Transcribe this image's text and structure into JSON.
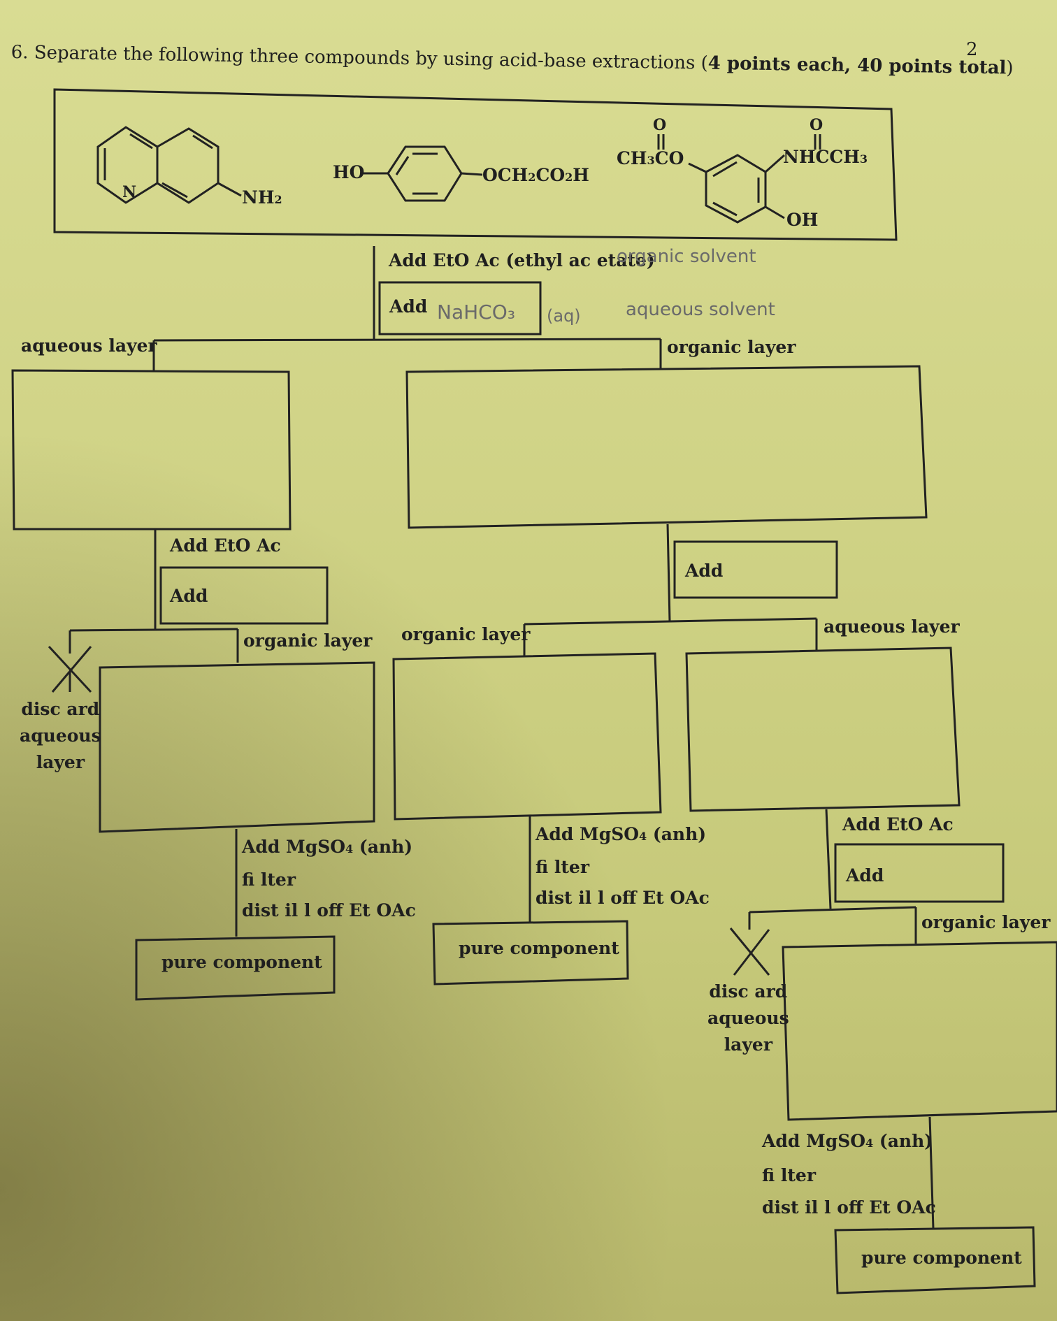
{
  "header": {
    "question": "6. Separate the following three compounds by using acid-base extractions (",
    "points": "4 points each, 40 points total",
    "close": ")",
    "page_number": "2"
  },
  "compounds": {
    "c1_nh2": "NH",
    "c1_n": "N",
    "c2_ho": "HO",
    "c2_sub": "OCH",
    "c2_co2h": "CO",
    "c2_h": "H",
    "c3_ch3co": "CH",
    "c3_co": "CO",
    "c3_o": "O",
    "c3_nh": "NHCCH",
    "c3_oh": "OH",
    "sub2": "2",
    "sub3": "3"
  },
  "steps": {
    "add_etoac_full": "Add EtO Ac (ethyl ac etate)",
    "add": "Add",
    "add_etoac": "Add EtO Ac",
    "aqueous_layer": "aqueous layer",
    "organic_layer": "organic layer",
    "discard": "disc ard",
    "aqueous": "aqueous",
    "layer": "layer",
    "mgso4": "Add MgSO",
    "sub4": "4",
    "anh": " (anh)",
    "filter": "fi lter",
    "distill": "dist il l off Et OAc",
    "pure": "pure component"
  },
  "handwriting": {
    "organic_solvent": "organic solvent",
    "nahco3": "NaHCO₃",
    "aq": "(aq)",
    "aqueous_solvent": "aqueous solvent"
  }
}
